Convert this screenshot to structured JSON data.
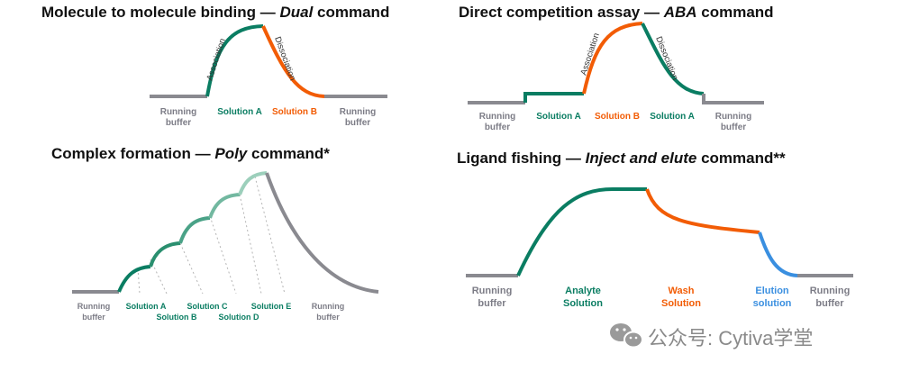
{
  "panels": [
    {
      "title_prefix": "Molecule to molecule binding — ",
      "title_italic": "Dual",
      "title_suffix": " command",
      "phase_labels": [
        "Association",
        "Dissociation"
      ],
      "labels": [
        "Running",
        "buffer",
        "Solution A",
        "Solution B",
        "Running",
        "buffer"
      ]
    },
    {
      "title_prefix": "Direct competition assay — ",
      "title_italic": "ABA",
      "title_suffix": " command",
      "phase_labels": [
        "Association",
        "Dissociation"
      ],
      "labels": [
        "Running",
        "buffer",
        "Solution A",
        "Solution B",
        "Solution A",
        "Running",
        "buffer"
      ]
    },
    {
      "title_prefix": "Complex formation — ",
      "title_italic": "Poly",
      "title_suffix": " command*",
      "labels": [
        "Running",
        "buffer",
        "Solution A",
        "Solution B",
        "Solution C",
        "Solution D",
        "Solution E",
        "Running",
        "buffer"
      ]
    },
    {
      "title_prefix": "Ligand fishing  — ",
      "title_italic": "Inject and elute",
      "title_suffix": " command**",
      "labels": [
        "Running",
        "buffer",
        "Analyte",
        "Solution",
        "Wash",
        "Solution",
        "Elution",
        "solution",
        "Running",
        "buffer"
      ]
    }
  ],
  "watermark": "公众号: Cytiva学堂",
  "colors": {
    "grey": "#8a8a90",
    "green": "#0a7d62",
    "orange": "#f25c05",
    "blue": "#3a8fe0"
  }
}
